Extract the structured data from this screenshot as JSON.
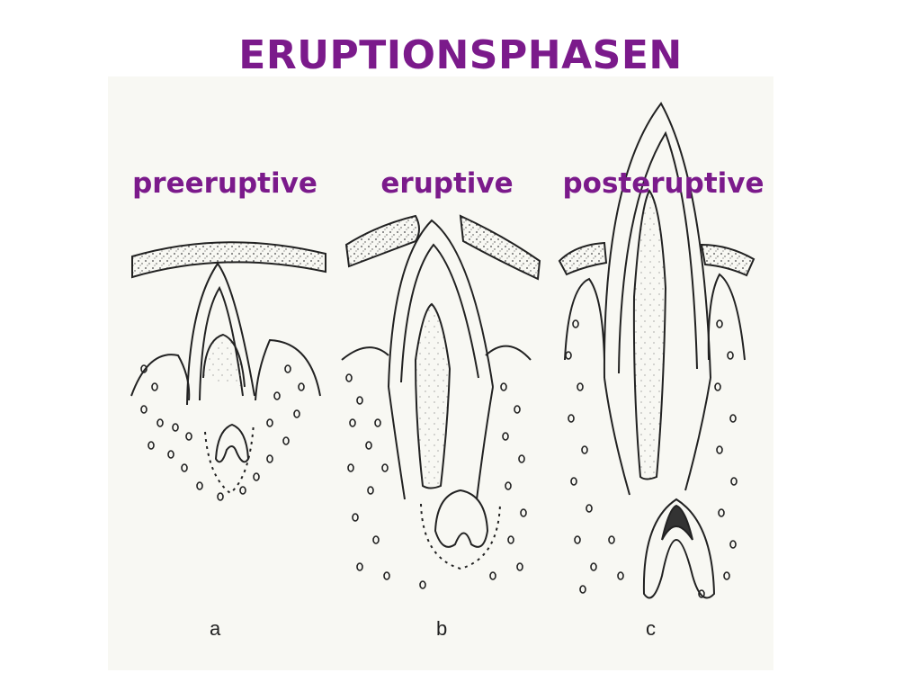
{
  "title": "ERUPTIONSPHASEN",
  "phases": [
    {
      "label": "preeruptive",
      "panel": "a"
    },
    {
      "label": "eruptive",
      "panel": "b"
    },
    {
      "label": "posteruptive",
      "panel": "c"
    }
  ],
  "colors": {
    "accent": "#7b1a8b",
    "ink": "#222222",
    "paper": "#f8f8f3"
  }
}
